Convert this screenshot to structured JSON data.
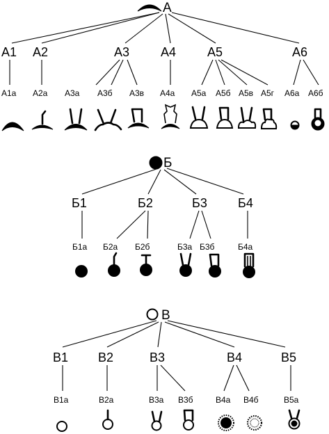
{
  "trees": [
    {
      "id": "A",
      "label": "А",
      "children": [
        {
          "label": "А1",
          "children": [
            "А1а"
          ]
        },
        {
          "label": "А2",
          "children": [
            "А2а"
          ]
        },
        {
          "label": "А3",
          "children": [
            "А3а",
            "А3б",
            "А3в"
          ]
        },
        {
          "label": "А4",
          "children": [
            "А4а"
          ]
        },
        {
          "label": "А5",
          "children": [
            "А5а",
            "А5б",
            "А5в",
            "А5г"
          ]
        },
        {
          "label": "А6",
          "children": [
            "А6а",
            "А6б"
          ]
        }
      ]
    },
    {
      "id": "B",
      "label": "Б",
      "children": [
        {
          "label": "Б1",
          "children": [
            "Б1а"
          ]
        },
        {
          "label": "Б2",
          "children": [
            "Б2а",
            "Б2б"
          ]
        },
        {
          "label": "Б3",
          "children": [
            "Б3а",
            "Б3б"
          ]
        },
        {
          "label": "Б4",
          "children": [
            "Б4а"
          ]
        }
      ]
    },
    {
      "id": "V",
      "label": "В",
      "children": [
        {
          "label": "В1",
          "children": [
            "В1а"
          ]
        },
        {
          "label": "В2",
          "children": [
            "В2а"
          ]
        },
        {
          "label": "В3",
          "children": [
            "В3а",
            "В3б"
          ]
        },
        {
          "label": "В4",
          "children": [
            "В4а",
            "В4б"
          ]
        },
        {
          "label": "В5",
          "children": [
            "В5а"
          ]
        }
      ]
    }
  ],
  "icons": {
    "A": "arc-body-icon",
    "B": "filled-circle-icon",
    "V": "hollow-circle-icon"
  },
  "colors": {
    "ink": "#000000",
    "background": "#ffffff"
  }
}
